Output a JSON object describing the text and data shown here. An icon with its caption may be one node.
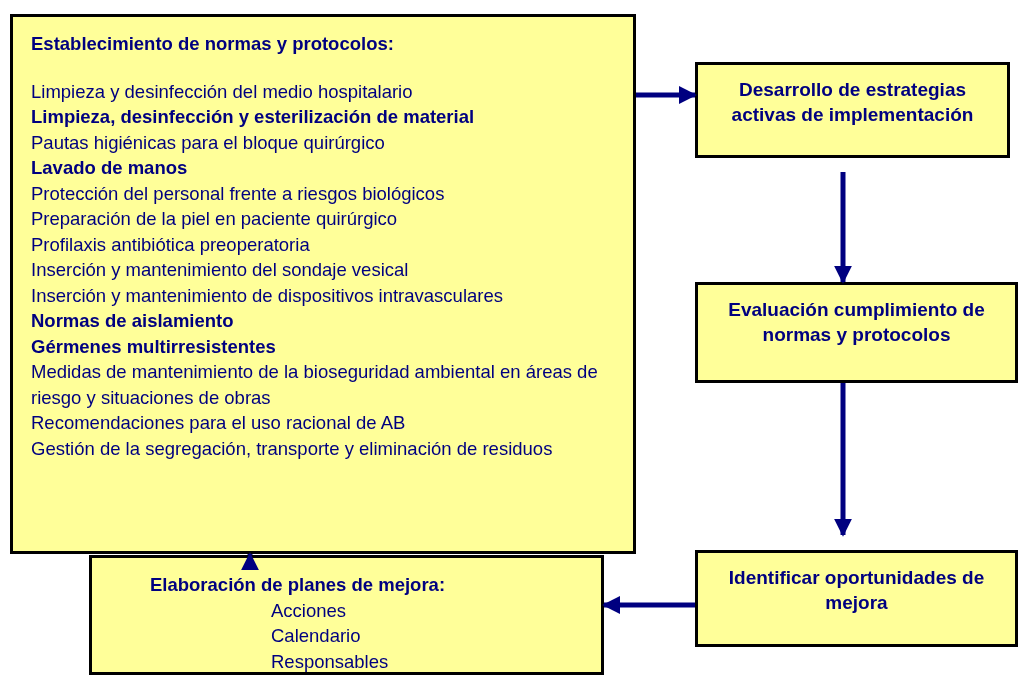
{
  "diagram": {
    "nodes": [
      {
        "text": [
          "Establecimiento de normas y protocolos:",
          "Limpieza y desinfección del medio hospitalario",
          "**Limpieza, desinfección y esterilización de material**",
          "Pautas higiénicas para el bloque quirúrgico",
          "**Lavado de manos**",
          "Protección del personal frente a riesgos biológicos",
          "Preparación de la piel en paciente quirúrgico",
          "Profilaxis antibiótica preoperatoria",
          "Inserción y mantenimiento del sondaje vesical",
          "Inserción y mantenimiento de dispositivos intravasculares",
          "**Normas de aislamiento**",
          "**Gérmenes multirresistentes**",
          "Medidas de mantenimiento de la bioseguridad ambiental en áreas de riesgo y situaciones de obras",
          "Recomendaciones para el uso racional de AB",
          "Gestión de la segregación, transporte y eliminación de residuos"
        ]
      },
      {
        "text": [
          "Desarrollo de estrategias activas de implementación"
        ]
      },
      {
        "text": [
          "Evaluación cumplimiento de normas y protocolos"
        ]
      },
      {
        "text": [
          "Identificar oportunidades de mejora"
        ]
      },
      {
        "text": [
          "Elaboración de planes de mejora:",
          "Acciones",
          "Calendario",
          "Responsables"
        ]
      }
    ],
    "edges": [
      {
        "from": 0,
        "to": 1,
        "arrow": "to"
      },
      {
        "from": 1,
        "to": 2,
        "arrow": "to"
      },
      {
        "from": 2,
        "to": 3,
        "arrow": "to"
      },
      {
        "from": 3,
        "to": 4,
        "arrow": "to"
      },
      {
        "from": 4,
        "to": 0,
        "arrow": "to"
      }
    ]
  }
}
